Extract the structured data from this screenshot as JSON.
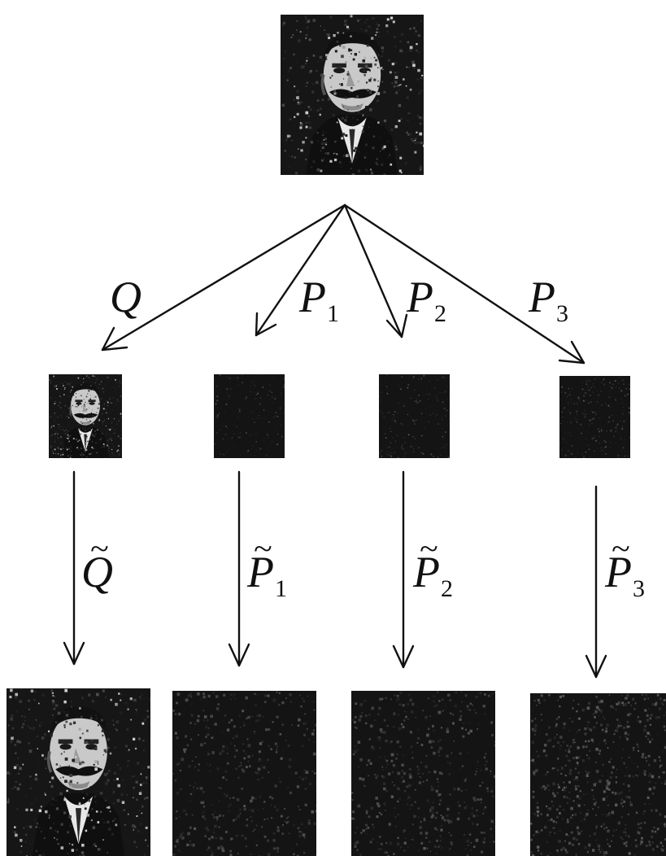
{
  "source_image": {
    "name": "portrait",
    "description": "grayscale photo of a man with a mustache, dark suit, light collar"
  },
  "branches": [
    {
      "id": "q",
      "forward": {
        "letter": "Q",
        "sub": ""
      },
      "inverse": {
        "letter": "Q",
        "sub": ""
      },
      "subband": "portrait"
    },
    {
      "id": "p1",
      "forward": {
        "letter": "P",
        "sub": "1"
      },
      "inverse": {
        "letter": "P",
        "sub": "1"
      },
      "subband": "noise"
    },
    {
      "id": "p2",
      "forward": {
        "letter": "P",
        "sub": "2"
      },
      "inverse": {
        "letter": "P",
        "sub": "2"
      },
      "subband": "noise"
    },
    {
      "id": "p3",
      "forward": {
        "letter": "P",
        "sub": "3"
      },
      "inverse": {
        "letter": "P",
        "sub": "3"
      },
      "subband": "noise"
    }
  ],
  "colors": {
    "ink": "#111111",
    "dark": "#141414",
    "paper": "#ffffff"
  }
}
